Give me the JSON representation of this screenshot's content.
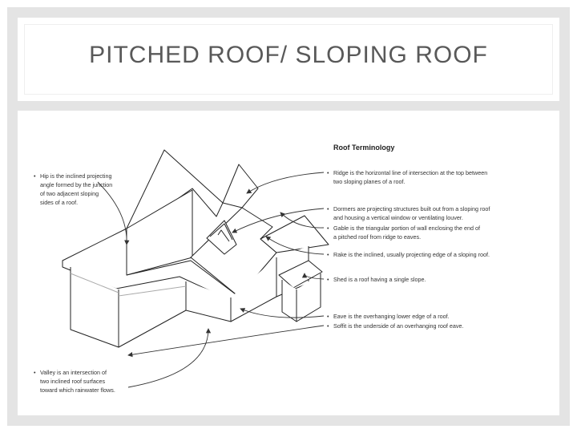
{
  "slide": {
    "title": "PITCHED ROOF/ SLOPING ROOF"
  },
  "figure": {
    "heading": "Roof Terminology",
    "hip_note": [
      "Hip is the inclined projecting",
      "angle formed by the junction",
      "of two adjacent sloping",
      "sides of a roof."
    ],
    "valley_note": [
      "Valley is an intersection of",
      "two inclined roof surfaces",
      "toward which rainwater flows."
    ],
    "right_notes": [
      {
        "id": "ridge",
        "lines": [
          "Ridge is the horizontal line of intersection at the top between",
          "two sloping planes of a roof."
        ]
      },
      {
        "id": "dormer",
        "lines": [
          "Dormers are projecting structures built out from a sloping roof",
          "and housing a vertical window or ventilating louver."
        ]
      },
      {
        "id": "gable",
        "lines": [
          "Gable is the triangular portion of wall enclosing the end of",
          "a pitched roof from ridge to eaves."
        ]
      },
      {
        "id": "rake",
        "lines": [
          "Rake is the inclined, usually projecting edge of a sloping roof."
        ]
      },
      {
        "id": "shed",
        "lines": [
          "Shed is a roof having a single slope."
        ]
      },
      {
        "id": "eave",
        "lines": [
          "Eave is the overhanging lower edge of a roof."
        ]
      },
      {
        "id": "soffit",
        "lines": [
          "Soffit is the underside of an overhanging roof eave."
        ]
      }
    ]
  }
}
